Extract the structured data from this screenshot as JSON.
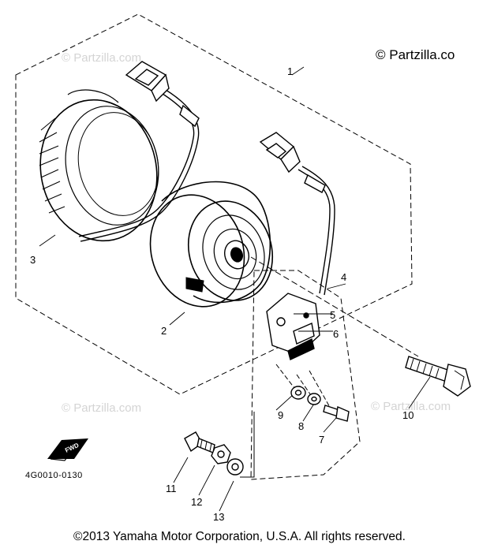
{
  "header": {
    "brand_text": "© Partzilla.co"
  },
  "watermarks": [
    "© Partzilla.com",
    "© Partzilla.com",
    "© Partzilla.com"
  ],
  "fwd_badge": "FWD",
  "diagram_code": "4G0010-0130",
  "callouts": [
    "1",
    "2",
    "3",
    "4",
    "5",
    "6",
    "7",
    "8",
    "9",
    "10",
    "11",
    "12",
    "13"
  ],
  "footer": {
    "copyright": "©2013 Yamaha Motor Corporation, U.S.A. All rights reserved."
  },
  "colors": {
    "ink": "#000000",
    "watermark": "#d4d4d4",
    "background": "#ffffff"
  }
}
